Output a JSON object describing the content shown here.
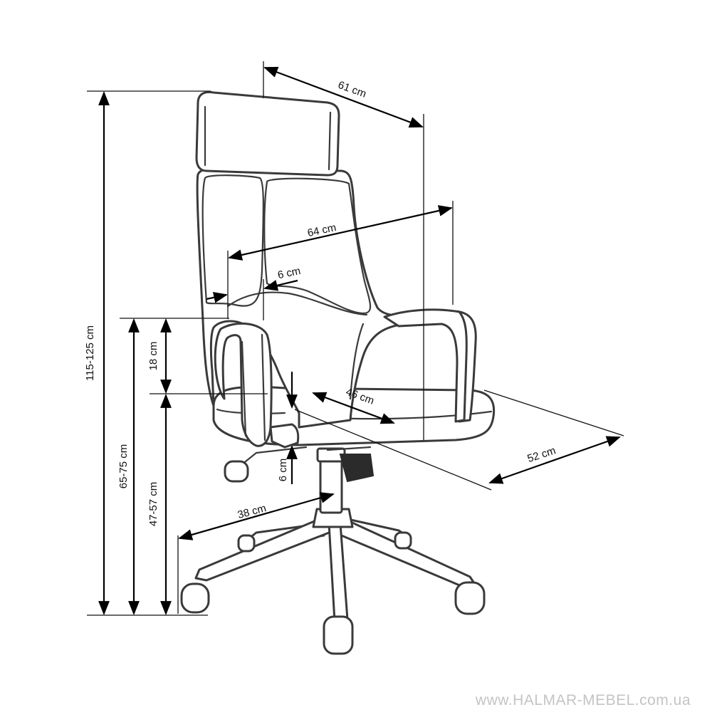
{
  "dimensions": {
    "total_height": "115-125 cm",
    "armrest_height": "65-75 cm",
    "seat_height": "47-57 cm",
    "armrest_above_seat": "18 cm",
    "total_width": "61 cm",
    "armrest_width": "64 cm",
    "armrest_thickness": "6 cm",
    "seat_depth": "46 cm",
    "seat_width": "52 cm",
    "seat_thickness": "6 cm",
    "base_radius": "38 cm"
  },
  "watermark": "www.HALMAR-MEBEL.com.ua"
}
